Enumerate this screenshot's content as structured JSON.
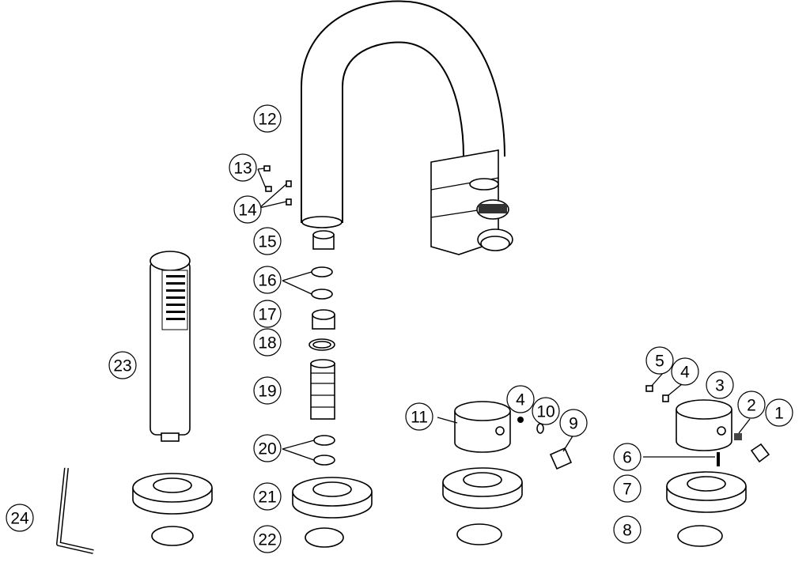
{
  "diagram": {
    "type": "exploded parts diagram",
    "colors": {
      "line": "#000000",
      "background": "#ffffff"
    },
    "callouts": [
      {
        "id": "c12",
        "label": "12"
      },
      {
        "id": "c13",
        "label": "13"
      },
      {
        "id": "c14",
        "label": "14"
      },
      {
        "id": "c15",
        "label": "15"
      },
      {
        "id": "c16",
        "label": "16"
      },
      {
        "id": "c17",
        "label": "17"
      },
      {
        "id": "c18",
        "label": "18"
      },
      {
        "id": "c19",
        "label": "19"
      },
      {
        "id": "c20",
        "label": "20"
      },
      {
        "id": "c21",
        "label": "21"
      },
      {
        "id": "c22",
        "label": "22"
      },
      {
        "id": "c23",
        "label": "23"
      },
      {
        "id": "c24",
        "label": "24"
      },
      {
        "id": "c11",
        "label": "11"
      },
      {
        "id": "c4a",
        "label": "4"
      },
      {
        "id": "c10",
        "label": "10"
      },
      {
        "id": "c9",
        "label": "9"
      },
      {
        "id": "c5",
        "label": "5"
      },
      {
        "id": "c4b",
        "label": "4"
      },
      {
        "id": "c3",
        "label": "3"
      },
      {
        "id": "c2",
        "label": "2"
      },
      {
        "id": "c1",
        "label": "1"
      },
      {
        "id": "c6",
        "label": "6"
      },
      {
        "id": "c7",
        "label": "7"
      },
      {
        "id": "c8",
        "label": "8"
      }
    ]
  }
}
